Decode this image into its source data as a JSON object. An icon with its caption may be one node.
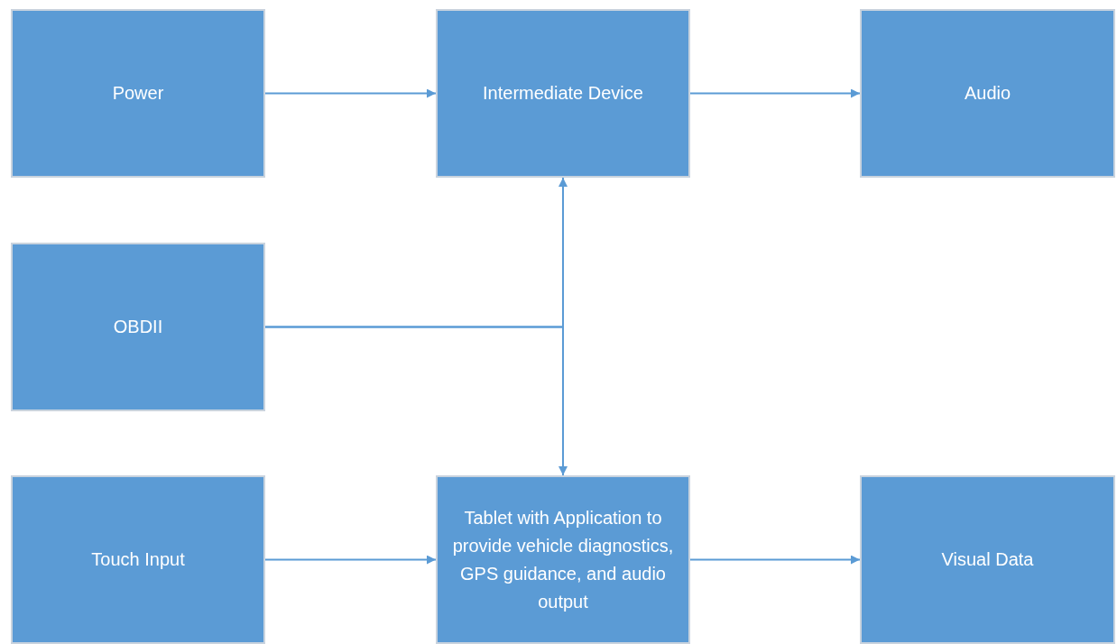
{
  "diagram": {
    "nodes": [
      {
        "text": [
          "Power"
        ]
      },
      {
        "text": [
          "Intermediate Device"
        ]
      },
      {
        "text": [
          "Audio"
        ]
      },
      {
        "text": [
          "OBDII"
        ]
      },
      {
        "text": [
          "Touch Input"
        ]
      },
      {
        "text": [
          "Tablet with Application to provide vehicle diagnostics, GPS guidance, and audio output"
        ]
      },
      {
        "text": [
          "Visual Data"
        ]
      }
    ],
    "edges": [
      {
        "from": 0,
        "to": 1,
        "arrow": "to"
      },
      {
        "from": 1,
        "to": 2,
        "arrow": "to"
      },
      {
        "from": 3,
        "to": 1,
        "arrow": "to"
      },
      {
        "from": 3,
        "to": 5,
        "arrow": "to"
      },
      {
        "from": 4,
        "to": 5,
        "arrow": "to"
      },
      {
        "from": 5,
        "to": 6,
        "arrow": "to"
      }
    ]
  }
}
